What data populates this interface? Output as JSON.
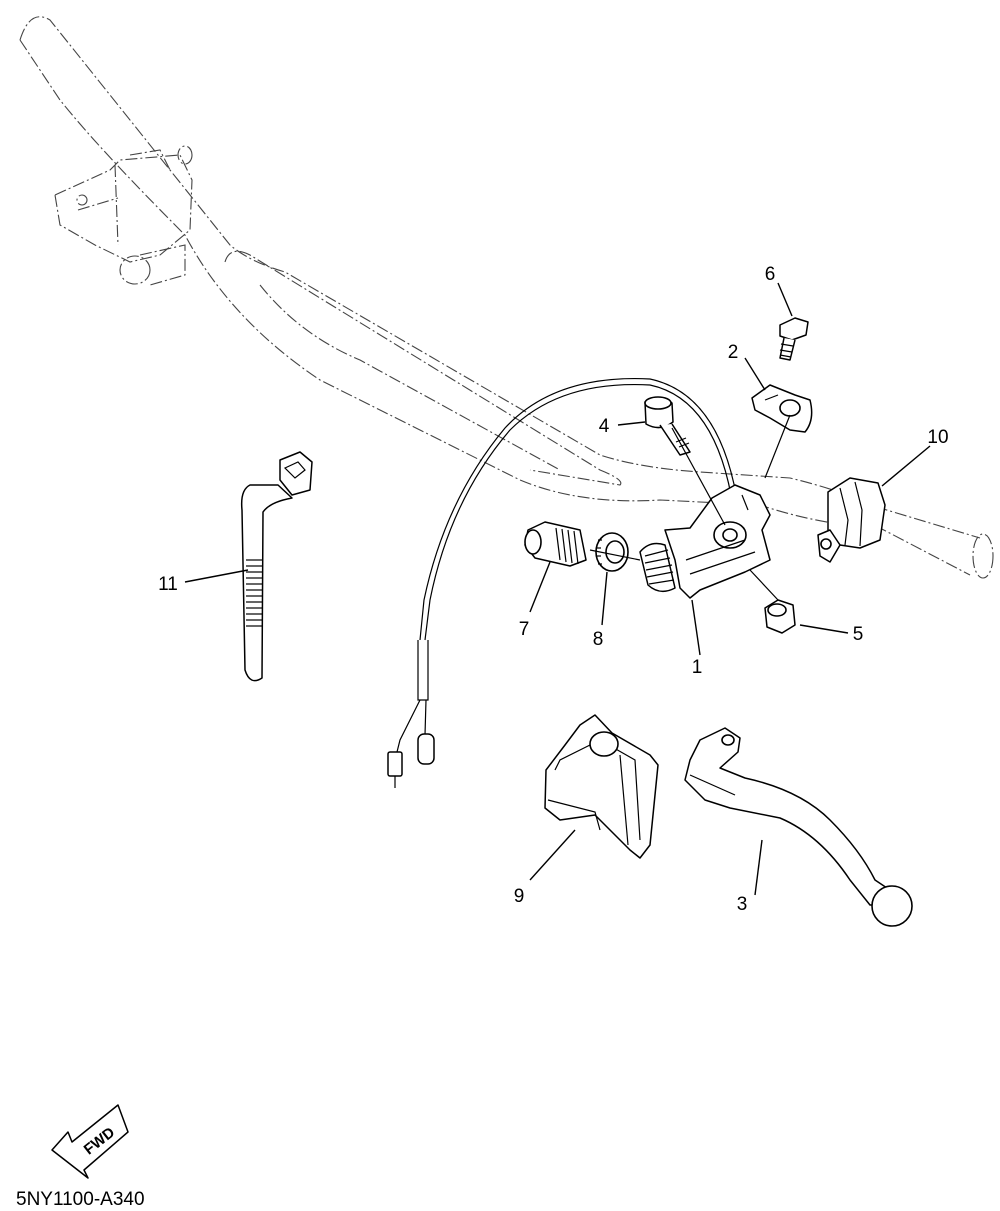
{
  "diagram": {
    "code": "5NY1100-A340",
    "fwd_label": "FWD",
    "callouts": [
      {
        "id": "1",
        "label": "1"
      },
      {
        "id": "2",
        "label": "2"
      },
      {
        "id": "3",
        "label": "3"
      },
      {
        "id": "4",
        "label": "4"
      },
      {
        "id": "5",
        "label": "5"
      },
      {
        "id": "6",
        "label": "6"
      },
      {
        "id": "7",
        "label": "7"
      },
      {
        "id": "8",
        "label": "8"
      },
      {
        "id": "9",
        "label": "9"
      },
      {
        "id": "10",
        "label": "10"
      },
      {
        "id": "11",
        "label": "11"
      }
    ]
  }
}
